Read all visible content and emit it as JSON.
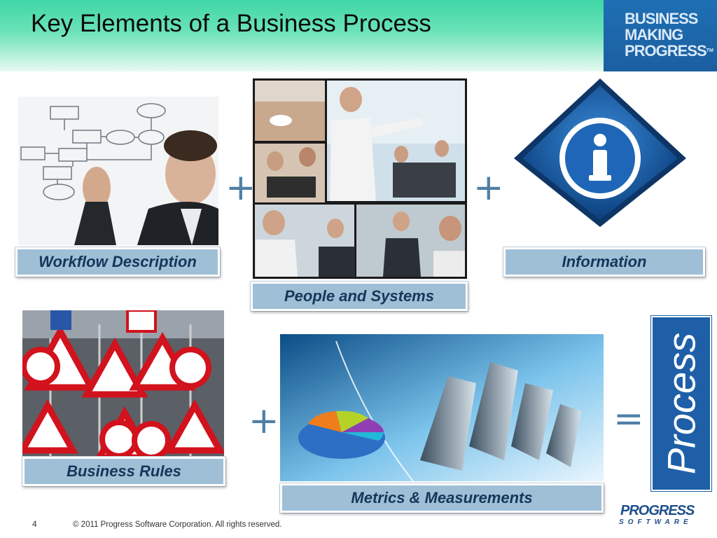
{
  "slide": {
    "title": "Key Elements of a Business Process",
    "page_number": "4",
    "copyright": "© 2011 Progress Software Corporation. All rights reserved."
  },
  "brand": {
    "line1": "BUSINESS",
    "line2": "MAKING",
    "line3": "PROGRESS",
    "tm": "TM"
  },
  "logo": {
    "word": "PROGRESS",
    "sub": "SOFTWARE"
  },
  "elements": {
    "workflow": "Workflow Description",
    "people": "People and Systems",
    "information": "Information",
    "rules": "Business Rules",
    "metrics": "Metrics & Measurements"
  },
  "operators": {
    "plus": "+",
    "equals": "="
  },
  "result": "Process",
  "images": {
    "workflow": "man-drawing-flowchart",
    "people": "business-meeting-collage",
    "information": "info-sign-icon",
    "rules": "road-signs-photo",
    "metrics": "charts-graphic"
  },
  "colors": {
    "header_green": "#3fd6a6",
    "brand_blue": "#1f6fb4",
    "label_blue": "#9fbfd6",
    "label_text": "#14375a",
    "operator": "#4f7fa6",
    "process_blue": "#1e5fa8"
  }
}
